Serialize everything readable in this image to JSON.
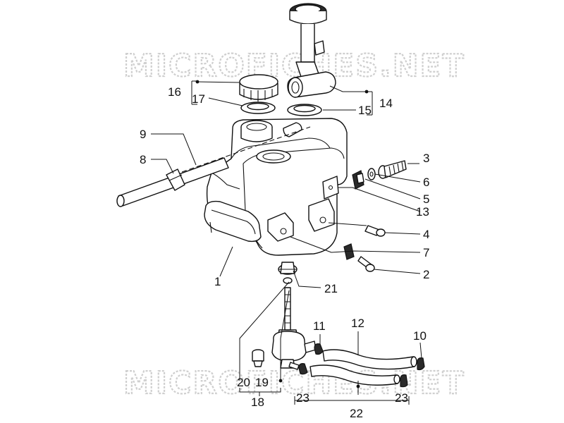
{
  "watermark": {
    "text": "MICROFICHES.NET"
  },
  "callouts": [
    {
      "id": "c1",
      "label": "1"
    },
    {
      "id": "c2",
      "label": "2"
    },
    {
      "id": "c3",
      "label": "3"
    },
    {
      "id": "c4",
      "label": "4"
    },
    {
      "id": "c5",
      "label": "5"
    },
    {
      "id": "c6",
      "label": "6"
    },
    {
      "id": "c7",
      "label": "7"
    },
    {
      "id": "c8",
      "label": "8"
    },
    {
      "id": "c9",
      "label": "9"
    },
    {
      "id": "c10",
      "label": "10"
    },
    {
      "id": "c11",
      "label": "11"
    },
    {
      "id": "c12",
      "label": "12"
    },
    {
      "id": "c13",
      "label": "13"
    },
    {
      "id": "c14",
      "label": "14"
    },
    {
      "id": "c15",
      "label": "15"
    },
    {
      "id": "c16",
      "label": "16"
    },
    {
      "id": "c17",
      "label": "17"
    },
    {
      "id": "c18",
      "label": "18"
    },
    {
      "id": "c19",
      "label": "19"
    },
    {
      "id": "c20",
      "label": "20"
    },
    {
      "id": "c21",
      "label": "21"
    },
    {
      "id": "c22",
      "label": "22"
    },
    {
      "id": "c23a",
      "label": "23"
    },
    {
      "id": "c23b",
      "label": "23"
    }
  ]
}
